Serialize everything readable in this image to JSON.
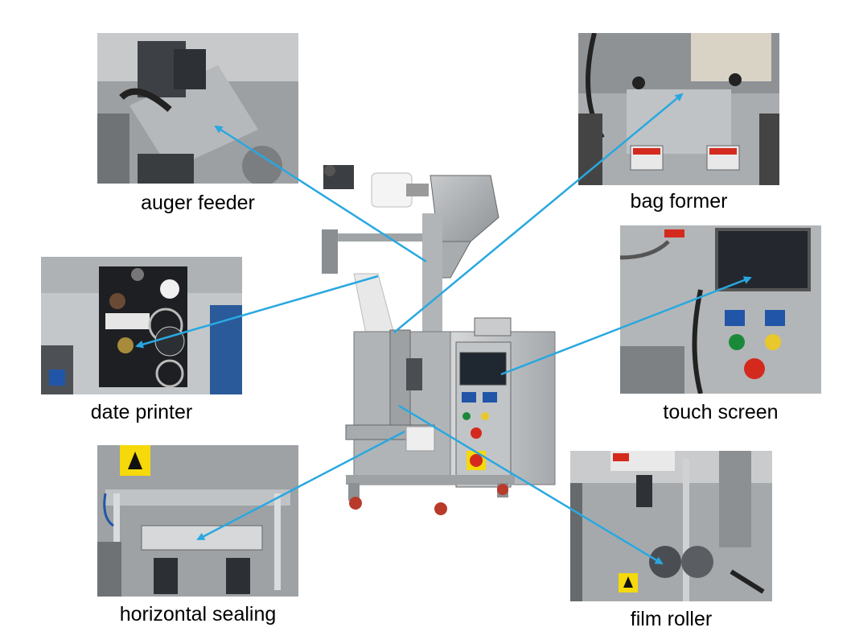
{
  "diagram": {
    "components": [
      {
        "id": "auger-feeder",
        "label": "auger feeder"
      },
      {
        "id": "bag-former",
        "label": "bag former"
      },
      {
        "id": "date-printer",
        "label": "date printer"
      },
      {
        "id": "touch-screen",
        "label": "touch screen"
      },
      {
        "id": "horizontal-sealing",
        "label": "horizontal sealing"
      },
      {
        "id": "film-roller",
        "label": "film roller"
      }
    ],
    "arrow_color": "#29a8e0",
    "warning_colors": {
      "yellow": "#f5d90a",
      "red": "#d42a1e"
    },
    "machine_colors": {
      "steel": "#b9bcbe",
      "steel_dark": "#7d8285",
      "screen": "#1f2730"
    }
  }
}
